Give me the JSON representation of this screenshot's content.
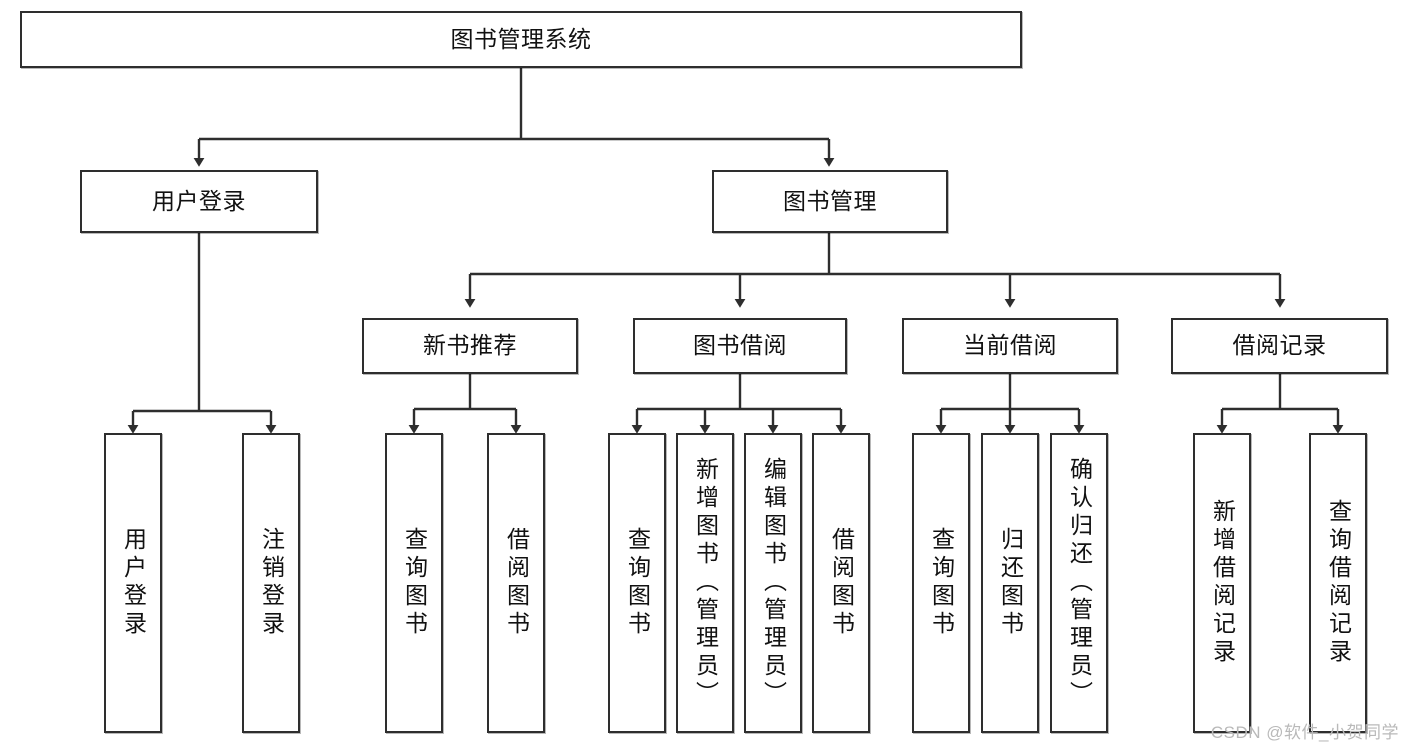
{
  "diagram": {
    "title": "图书管理系统",
    "type": "tree-hierarchy",
    "watermark": "CSDN @软件_小贺同学",
    "colors": {
      "stroke": "#2e2e2e",
      "fill": "#ffffff",
      "text": "#111111",
      "watermark": "#b9b9b9"
    },
    "levels": {
      "root": {
        "label": "图书管理系统"
      },
      "level1": [
        {
          "label": "用户登录"
        },
        {
          "label": "图书管理"
        }
      ],
      "level2": [
        {
          "label": "新书推荐"
        },
        {
          "label": "图书借阅"
        },
        {
          "label": "当前借阅"
        },
        {
          "label": "借阅记录"
        }
      ],
      "leaves": {
        "user_login": [
          {
            "label": "用户登录"
          },
          {
            "label": "注销登录"
          }
        ],
        "new_book_recommend": [
          {
            "label": "查询图书"
          },
          {
            "label": "借阅图书"
          }
        ],
        "book_borrow": [
          {
            "label": "查询图书"
          },
          {
            "label": "新增图书（管理员）"
          },
          {
            "label": "编辑图书（管理员）"
          },
          {
            "label": "借阅图书"
          }
        ],
        "current_borrow": [
          {
            "label": "查询图书"
          },
          {
            "label": "归还图书"
          },
          {
            "label": "确认归还（管理员）"
          }
        ],
        "borrow_record": [
          {
            "label": "新增借阅记录"
          },
          {
            "label": "查询借阅记录"
          }
        ]
      }
    }
  }
}
